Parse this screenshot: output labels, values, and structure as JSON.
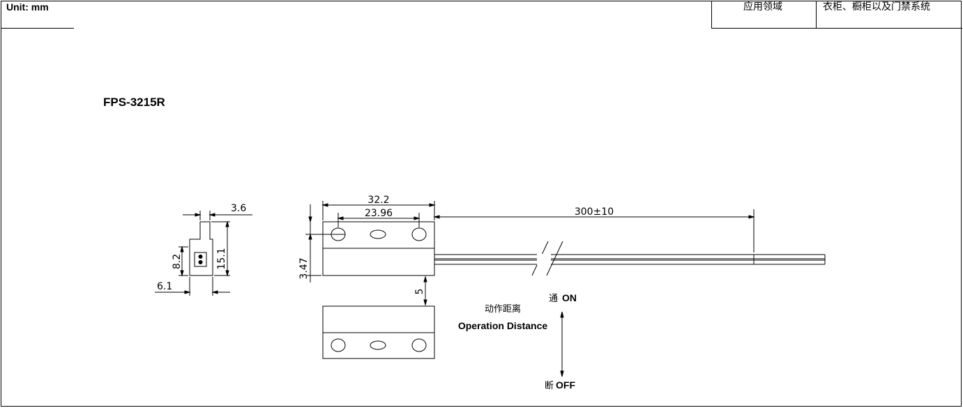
{
  "header": {
    "unit_label": "Unit: mm",
    "field_label": "应用领域",
    "field_value": "衣柜、橱柜以及门禁系统"
  },
  "model": "FPS-3215R",
  "dimensions": {
    "side_width": "3.6",
    "side_height": "15.1",
    "side_inner": "8.2",
    "side_base": "6.1",
    "body_length": "32.2",
    "hole_spacing": "23.96",
    "cable_length": "300±10",
    "body_height": "3.47",
    "gap": "5"
  },
  "labels": {
    "operation_cn": "动作距离",
    "operation_en": "Operation Distance",
    "on_cn": "通",
    "on_en": "ON",
    "off_cn": "断",
    "off_en": "OFF"
  }
}
